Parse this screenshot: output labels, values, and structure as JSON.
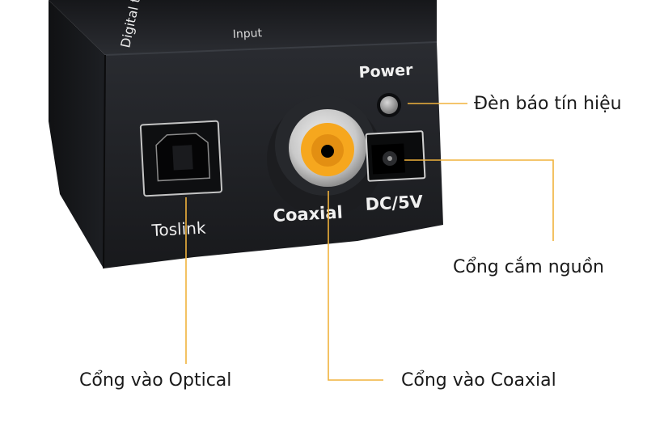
{
  "device": {
    "top_text": "Digital to Analog Audio Converter",
    "input_label": "Input",
    "power_label": "Power",
    "toslink_label": "Toslink",
    "coaxial_label": "Coaxial",
    "dc_label": "DC/5V"
  },
  "callouts": {
    "signal_light": "Đèn báo tín hiệu",
    "power_port": "Cổng cắm nguồn",
    "optical_input": "Cổng vào Optical",
    "coaxial_input": "Cổng vào Coaxial"
  },
  "colors": {
    "leader_line": "#f0b23c",
    "device_body": "#1b1d21",
    "rca_orange": "#f6a71e"
  }
}
